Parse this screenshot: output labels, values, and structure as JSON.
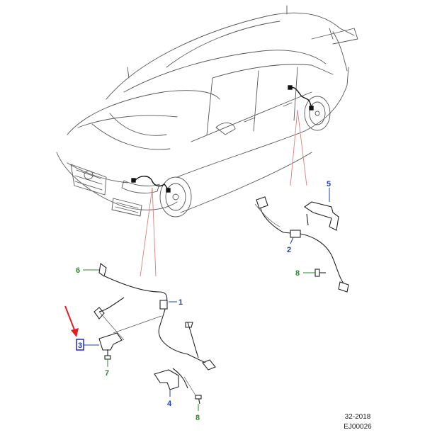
{
  "callouts": {
    "c1": "1",
    "c2": "2",
    "c3": "3",
    "c4": "4",
    "c5": "5",
    "c6": "6",
    "c7": "7",
    "c8a": "8",
    "c8b": "8"
  },
  "footer": {
    "year_code": "32-2018",
    "ref_code": "EJ00026"
  },
  "colors": {
    "callout_blue": "#1f3fb0",
    "callout_green": "#2a8a2a",
    "leader_red": "#d98080",
    "arrow_red": "#e02020",
    "highlight_blue": "#1010e0"
  }
}
